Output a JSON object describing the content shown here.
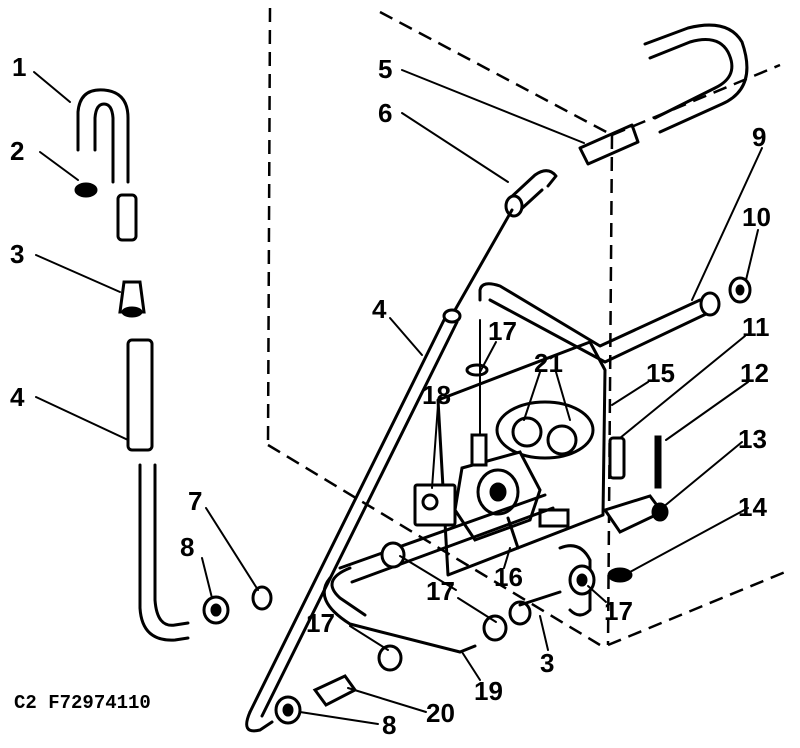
{
  "diagram": {
    "code": "C2 F72974110",
    "callouts": [
      {
        "id": "c1",
        "text": "1"
      },
      {
        "id": "c2",
        "text": "2"
      },
      {
        "id": "c3a",
        "text": "3"
      },
      {
        "id": "c4a",
        "text": "4"
      },
      {
        "id": "c5",
        "text": "5"
      },
      {
        "id": "c6",
        "text": "6"
      },
      {
        "id": "c4b",
        "text": "4"
      },
      {
        "id": "c7",
        "text": "7"
      },
      {
        "id": "c8a",
        "text": "8"
      },
      {
        "id": "c9",
        "text": "9"
      },
      {
        "id": "c10",
        "text": "10"
      },
      {
        "id": "c11",
        "text": "11"
      },
      {
        "id": "c12",
        "text": "12"
      },
      {
        "id": "c13",
        "text": "13"
      },
      {
        "id": "c14",
        "text": "14"
      },
      {
        "id": "c15",
        "text": "15"
      },
      {
        "id": "c16",
        "text": "16"
      },
      {
        "id": "c17a",
        "text": "17"
      },
      {
        "id": "c17b",
        "text": "17"
      },
      {
        "id": "c17c",
        "text": "17"
      },
      {
        "id": "c17d",
        "text": "17"
      },
      {
        "id": "c18",
        "text": "18"
      },
      {
        "id": "c19",
        "text": "19"
      },
      {
        "id": "c20",
        "text": "20"
      },
      {
        "id": "c21",
        "text": "21"
      },
      {
        "id": "c3b",
        "text": "3"
      },
      {
        "id": "c8b",
        "text": "8"
      }
    ]
  }
}
